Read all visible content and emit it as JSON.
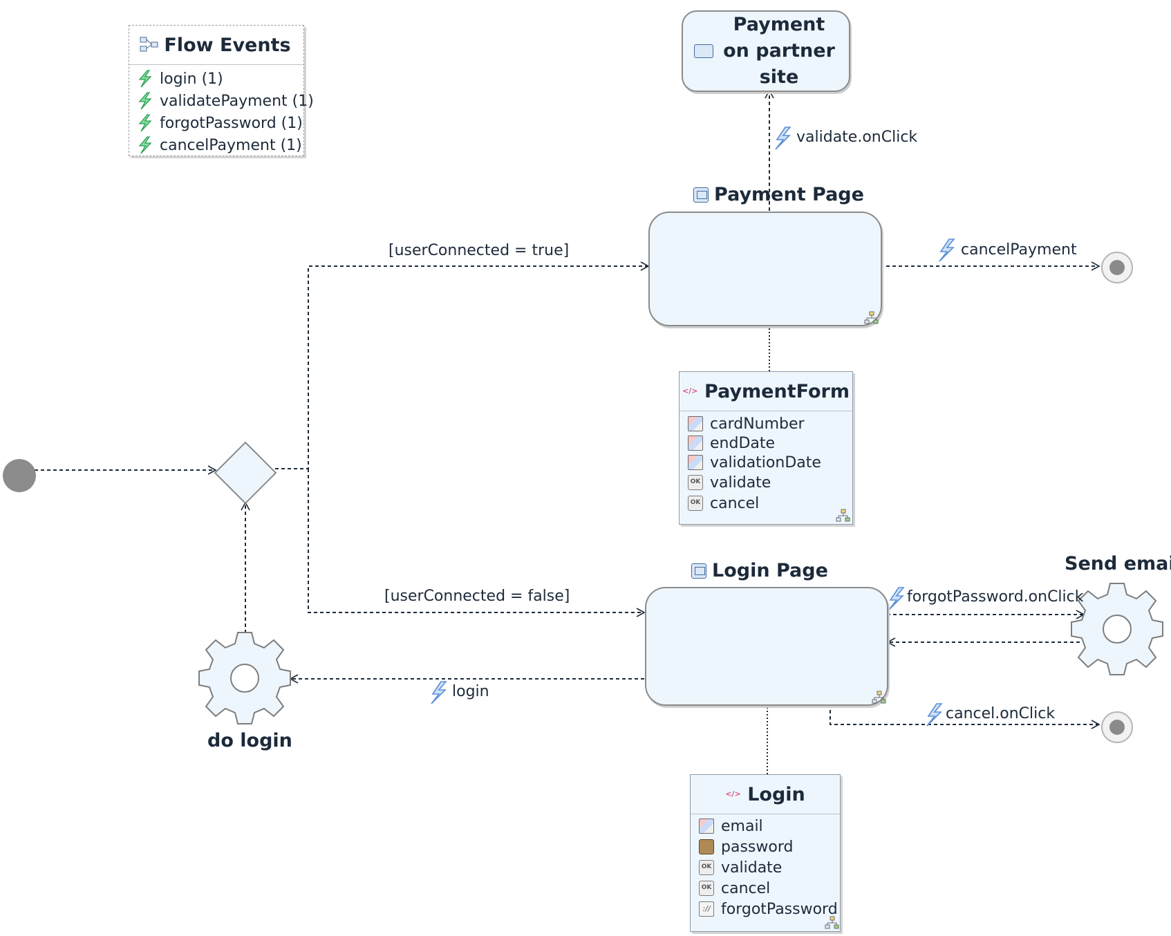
{
  "flow_events": {
    "title": "Flow Events",
    "items": [
      "login (1)",
      "validatePayment (1)",
      "forgotPassword (1)",
      "cancelPayment (1)"
    ]
  },
  "nodes": {
    "payment_partner": "Payment on partner site",
    "payment_page": "Payment Page",
    "login_page": "Login Page",
    "send_email": "Send email",
    "do_login": "do login"
  },
  "payment_form": {
    "title": "PaymentForm",
    "fields": [
      {
        "label": "cardNumber",
        "kind": "field"
      },
      {
        "label": "endDate",
        "kind": "field"
      },
      {
        "label": "validationDate",
        "kind": "field"
      },
      {
        "label": "validate",
        "kind": "button"
      },
      {
        "label": "cancel",
        "kind": "button"
      }
    ]
  },
  "login_form": {
    "title": "Login",
    "fields": [
      {
        "label": "email",
        "kind": "field"
      },
      {
        "label": "password",
        "kind": "lock"
      },
      {
        "label": "validate",
        "kind": "button"
      },
      {
        "label": "cancel",
        "kind": "button"
      },
      {
        "label": "forgotPassword",
        "kind": "link"
      }
    ]
  },
  "transitions": {
    "validate_onclick": "validate.onClick",
    "user_true": "[userConnected = true]",
    "user_false": "[userConnected = false]",
    "cancel_payment": "cancelPayment",
    "forgot_onclick": "forgotPassword.onClick",
    "login": "login",
    "cancel_onclick": "cancel.onClick"
  },
  "colors": {
    "node_fill": "#eef6fd",
    "event_icon": "#3fb86a",
    "trigger_icon": "#5a8fd6",
    "initial_node": "#8c8c8c"
  }
}
